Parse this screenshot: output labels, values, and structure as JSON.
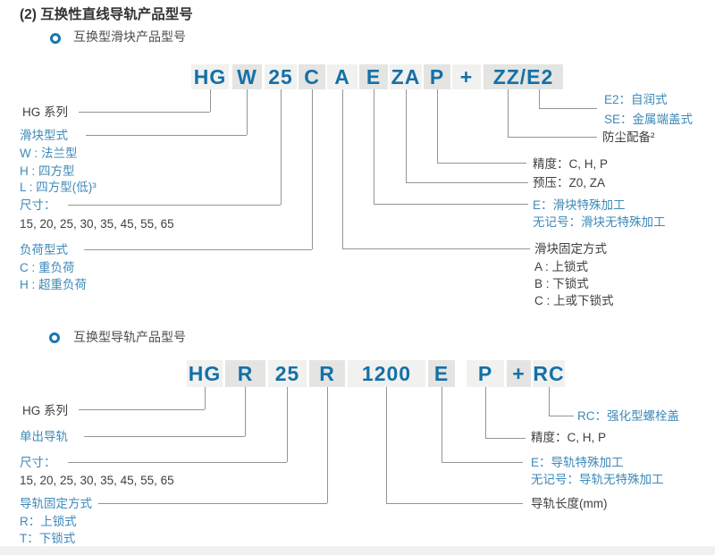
{
  "title": "(2) 互换性直线导轨产品型号",
  "block_section": {
    "heading": "互换型滑块产品型号",
    "code": [
      "HG",
      "W",
      "25",
      "C",
      "A",
      "E",
      "ZA",
      "P",
      "+",
      "ZZ/E2"
    ],
    "left": {
      "series": "HG 系列",
      "type_title": "滑块型式",
      "type_w": "W : 法兰型",
      "type_h": "H : 四方型",
      "type_l": "L : 四方型(低)³",
      "size_title": "尺寸：",
      "sizes": "15, 20, 25, 30, 35, 45, 55, 65",
      "load_title": "负荷型式",
      "load_c": "C : 重负荷",
      "load_h": "H : 超重负荷"
    },
    "right": {
      "e2": "E2：自润式",
      "se": "SE：金属端盖式",
      "dust": "防尘配备²",
      "precision": "精度：C, H, P",
      "preload": "预压：Z0, ZA",
      "special": "E：滑块特殊加工",
      "special_none": "无记号：滑块无特殊加工",
      "fix_title": "滑块固定方式",
      "fix_a": "A : 上锁式",
      "fix_b": "B : 下锁式",
      "fix_c": "C : 上或下锁式"
    }
  },
  "rail_section": {
    "heading": "互换型导轨产品型号",
    "code": [
      "HG",
      "R",
      "25",
      "R",
      "1200",
      "E",
      "P",
      "+",
      "RC"
    ],
    "left": {
      "series": "HG 系列",
      "rail_single": "单出导轨",
      "size_title": "尺寸：",
      "sizes": "15, 20, 25, 30, 35, 45, 55, 65",
      "fix_title": "导轨固定方式",
      "fix_r": "R：上锁式",
      "fix_t": "T：下锁式"
    },
    "right": {
      "rc": "RC：强化型螺栓盖",
      "precision": "精度：C, H, P",
      "special": "E：导轨特殊加工",
      "special_none": "无记号：导轨无特殊加工",
      "length": "导轨长度(mm)"
    }
  },
  "colors": {
    "code_text": "#1470A8",
    "label_blue": "#3D8AB8",
    "text_dark": "#3F3F3F",
    "box_light": "#F1F1EF",
    "box_shaded": "#E4E4E2",
    "connector": "#949494",
    "bullet": "#1878B0"
  }
}
